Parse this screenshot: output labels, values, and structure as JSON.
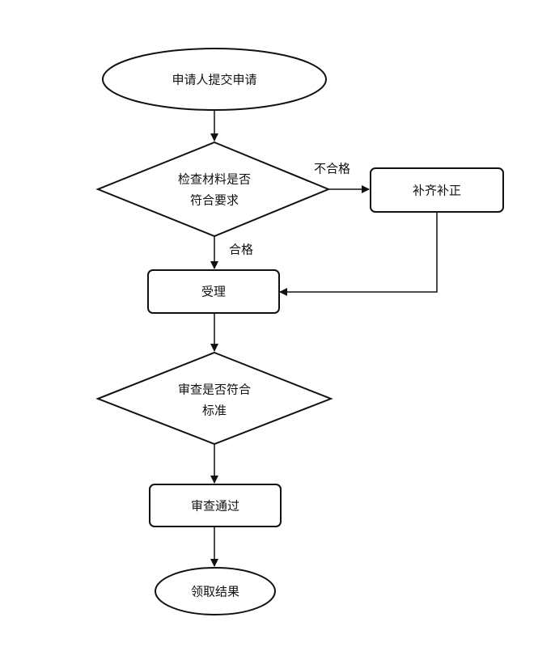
{
  "diagram": {
    "nodes": {
      "start": {
        "shape": "ellipse",
        "lines": [
          "申请人提交申请"
        ]
      },
      "check_materials": {
        "shape": "diamond",
        "lines": [
          "检查材料是否",
          "符合要求"
        ]
      },
      "supplement": {
        "shape": "rounded-rect",
        "lines": [
          "补齐补正"
        ]
      },
      "accept": {
        "shape": "rounded-rect",
        "lines": [
          "受理"
        ]
      },
      "review_standard": {
        "shape": "diamond",
        "lines": [
          "审查是否符合",
          "标准"
        ]
      },
      "review_passed": {
        "shape": "rounded-rect",
        "lines": [
          "审查通过"
        ]
      },
      "end": {
        "shape": "ellipse",
        "lines": [
          "领取结果"
        ]
      }
    },
    "edges": [
      {
        "from": "start",
        "to": "check_materials",
        "label": ""
      },
      {
        "from": "check_materials",
        "to": "supplement",
        "label": "不合格"
      },
      {
        "from": "check_materials",
        "to": "accept",
        "label": "合格"
      },
      {
        "from": "supplement",
        "to": "accept",
        "label": ""
      },
      {
        "from": "accept",
        "to": "review_standard",
        "label": ""
      },
      {
        "from": "review_standard",
        "to": "review_passed",
        "label": ""
      },
      {
        "from": "review_passed",
        "to": "end",
        "label": ""
      }
    ]
  }
}
